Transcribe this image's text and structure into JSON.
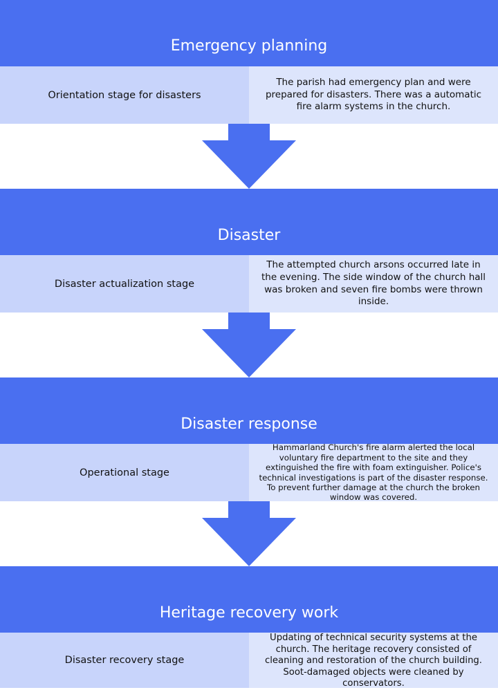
{
  "stages": [
    {
      "title": "Emergency planning",
      "stage_label": "Orientation stage for disasters",
      "description": "The parish had emergency plan and were prepared for disasters. There was a automatic fire alarm systems in the church."
    },
    {
      "title": "Disaster",
      "stage_label": "Disaster actualization stage",
      "description": "The attempted church arsons occurred late in the evening. The side window of the church hall was broken and seven fire bombs were thrown inside."
    },
    {
      "title": "Disaster response",
      "stage_label": "Operational stage",
      "description": "Hammarland Church's fire alarm alerted the local voluntary fire department to the site and they extinguished the fire with foam extinguisher. Police's technical investigations is part of the disaster response. To prevent further damage at the church the broken window was covered."
    },
    {
      "title": "Heritage recovery work",
      "stage_label": "Disaster recovery stage",
      "description": "Updating of technical security systems at the church. The heritage recovery consisted of cleaning and restoration of the church building. Soot-damaged objects were cleaned by conservators."
    }
  ],
  "colors": {
    "header_fill": "#4a6ff0",
    "label_fill": "#c8d4fb",
    "description_fill": "#dde5fc",
    "arrow_fill": "#4a6ff0"
  }
}
